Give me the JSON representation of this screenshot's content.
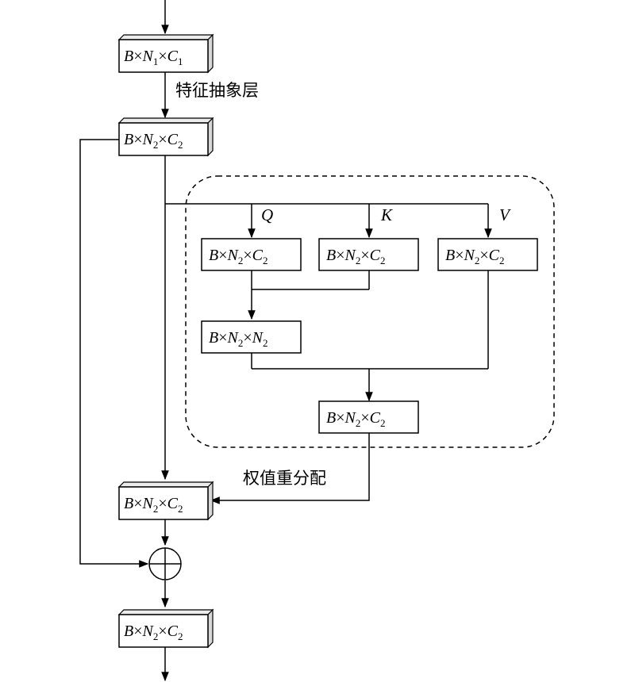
{
  "dims": {
    "n1c1": [
      "B",
      "×",
      "N",
      "1",
      "×",
      "C",
      "1"
    ],
    "n2c2": [
      "B",
      "×",
      "N",
      "2",
      "×",
      "C",
      "2"
    ],
    "n2n2": [
      "B",
      "×",
      "N",
      "2",
      "×",
      "N",
      "2"
    ]
  },
  "labels": {
    "feature_abstraction": "特征抽象层",
    "weight_redistribution": "权值重分配",
    "q": "Q",
    "k": "K",
    "v": "V"
  }
}
